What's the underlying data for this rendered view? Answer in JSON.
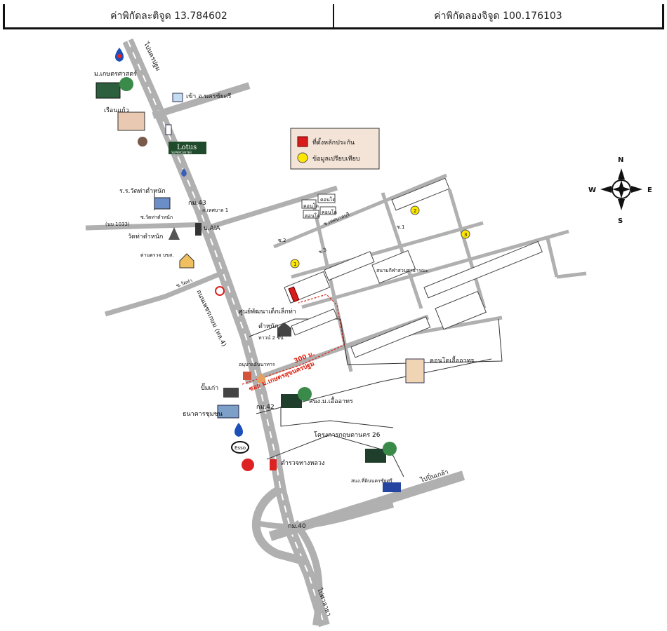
{
  "header": {
    "latitude_text": "ค่าพิกัดละติจูด 13.784602",
    "longitude_text": "ค่าพิกัดลองจิจูด 100.176103"
  },
  "legend": {
    "collateral": "ที่ตั้งหลักประกัน",
    "comparable": "ข้อมูลเปรียบเทียบ",
    "collateral_color": "#d81b1b",
    "comparable_color": "#ffe600"
  },
  "compass": {
    "n": "N",
    "s": "S",
    "e": "E",
    "w": "W"
  },
  "roads": {
    "to_samphran": "ไปนครปฐม",
    "to_pinklao": "ไปปิ่นเกล้า",
    "to_salaya": "ไปศาลายา",
    "phetkasem": "ถนนเพชรเกษม (ทล.4)",
    "soi_main": "ซอย ม.เกษตรสุขนครปฐม",
    "rural_1033": "(นบ 1033)",
    "soi_1": "ซ.1",
    "soi_2": "ซ.2",
    "soi_3": "ซ.3",
    "soi_thesaban": "ถ.เทศบาล 1",
    "soi_rat": "ซ.วัดท่า",
    "soi_watthatamnak": "ซ.วัดท่าตำหนัก"
  },
  "places": {
    "kasetsart": "ม.เกษตรศาสตร์",
    "ruenkaew": "เรือนแก้ว",
    "entrance": "เข้า อ.นครชัยศรี",
    "lotus": "Lotus",
    "lotus_sub": "SUPERCENTER",
    "school": "ร.ร.วัดท่าตำหนัก",
    "km43": "กม.43",
    "km42": "กม.42",
    "km40": "กม.40",
    "aia": "บ.AIA",
    "temple": "วัดท่าตำหนัก",
    "checkpoint": "ด่านตรวจ บขส.",
    "childcenter": "ศูนย์พัฒนาเด็กเล็กท่า",
    "tamnak": "ตำหนัก",
    "twostory": "ทาวน์ 2 ชั้น",
    "distance": "300 ม.",
    "kindergarten": "อนุบาลอันนาทาร",
    "pump": "ปั๊มเก่า",
    "bank": "ธนาคารชุมชน",
    "esso": "Esso",
    "police": "ตำรวจทางหลวง",
    "condo": "คอนโดเอื้ออาทร",
    "ngodhomsom": "สนง.ม.เอื้ออาทร",
    "krisdanakhon": "โครงการกฤษดานคร 26",
    "landoffice": "สนง.ที่ดินนครชัยศรี",
    "sports": "สนามกีฬาสวนสาธารณะ",
    "condo_a": "คอนโด",
    "condo_b": "คอนโด",
    "condo_c": "คอนโด",
    "condo_d": "คอนโด",
    "soi_thesaban_small": "ซ.เทศบาลบุรี"
  },
  "markers": {
    "m1": "1",
    "m2": "2",
    "m3": "3"
  }
}
